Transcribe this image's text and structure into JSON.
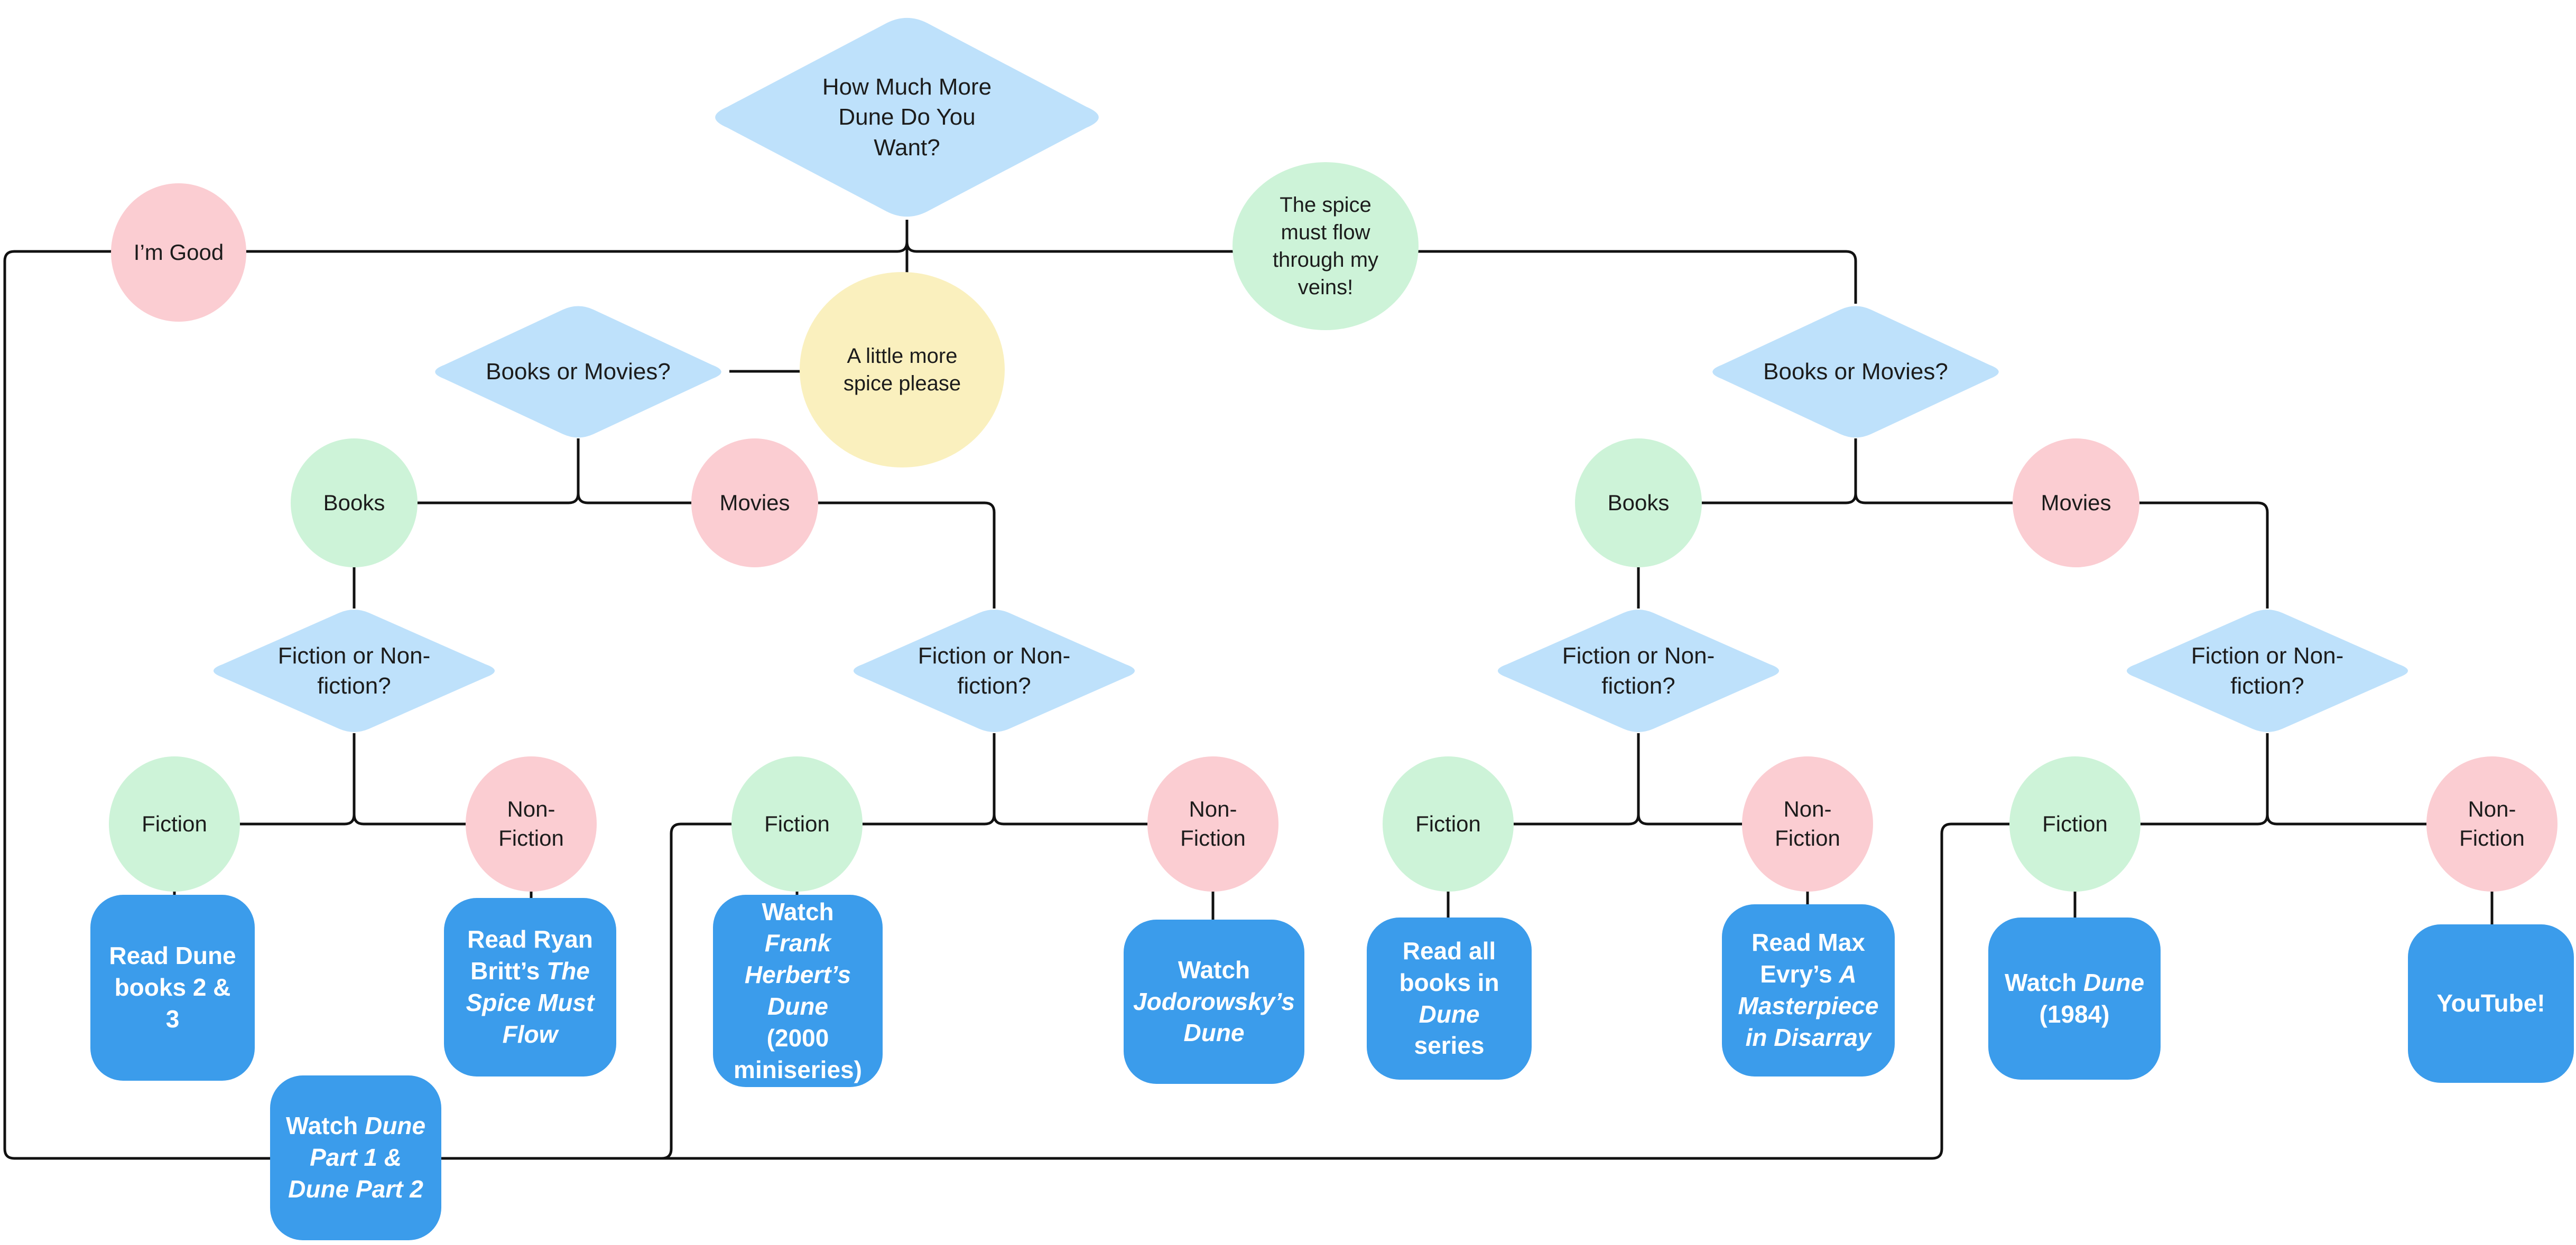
{
  "diagram": {
    "title": "How Much More Dune Do You Want?",
    "labels": {
      "root": "How Much More Dune Do You Want?",
      "im_good": "I’m Good",
      "little_more": "A little more spice please",
      "spice_flow": "The spice must flow through my veins!",
      "books_or_movies": "Books or Movies?",
      "fiction_or_nonfiction": "Fiction or Non-fiction?",
      "books": "Books",
      "movies": "Movies",
      "fiction": "Fiction",
      "non_fiction": "Non-Fiction"
    },
    "results": [
      {
        "id": "read-dune-books-2-3",
        "segments": [
          {
            "text": "Read Dune books 2 & 3",
            "italic": false
          }
        ]
      },
      {
        "id": "read-ryan-britts-spice-must-flow",
        "segments": [
          {
            "text": "Read Ryan Britt’s ",
            "italic": false
          },
          {
            "text": "The Spice Must Flow",
            "italic": true
          }
        ]
      },
      {
        "id": "watch-frank-herberts-dune-2000",
        "segments": [
          {
            "text": "Watch ",
            "italic": false
          },
          {
            "text": "Frank Herbert’s Dune",
            "italic": true
          },
          {
            "text": " (2000 miniseries)",
            "italic": false
          }
        ]
      },
      {
        "id": "watch-jodorowskys-dune",
        "segments": [
          {
            "text": "Watch ",
            "italic": false
          },
          {
            "text": "Jodorowsky’s Dune",
            "italic": true
          }
        ]
      },
      {
        "id": "read-all-books-in-dune-series",
        "segments": [
          {
            "text": "Read all books in ",
            "italic": false
          },
          {
            "text": "Dune",
            "italic": true
          },
          {
            "text": " series",
            "italic": false
          }
        ]
      },
      {
        "id": "read-max-evrys-a-masterpiece-in-disarray",
        "segments": [
          {
            "text": "Read Max Evry’s ",
            "italic": false
          },
          {
            "text": "A Masterpiece in Disarray",
            "italic": true
          }
        ]
      },
      {
        "id": "watch-dune-1984",
        "segments": [
          {
            "text": "Watch ",
            "italic": false
          },
          {
            "text": "Dune",
            "italic": true
          },
          {
            "text": " (1984)",
            "italic": false
          }
        ]
      },
      {
        "id": "youtube",
        "segments": [
          {
            "text": "YouTube!",
            "italic": false
          }
        ]
      },
      {
        "id": "watch-dune-part-1-and-2",
        "segments": [
          {
            "text": "Watch ",
            "italic": false
          },
          {
            "text": "Dune Part 1 & Dune Part 2",
            "italic": true
          }
        ]
      }
    ],
    "colors": {
      "diamond_fill": "#BEE1FB",
      "result_fill": "#3B9CEB",
      "result_text": "#FFFFFF",
      "green_fill": "#CDF3D8",
      "pink_fill": "#FBCDD2",
      "yellow_fill": "#FAF0BE",
      "line": "#111111",
      "text": "#1C1C1C",
      "background": "#FFFFFF"
    }
  }
}
